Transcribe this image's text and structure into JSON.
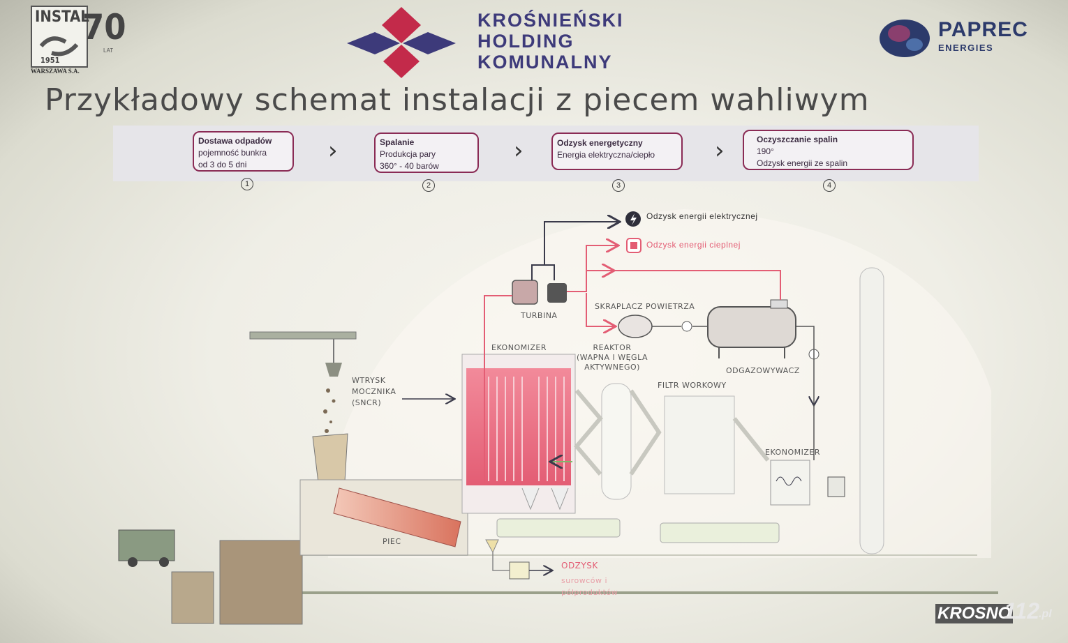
{
  "header": {
    "instal_logo": {
      "word": "INSTAL",
      "anniversary": "70",
      "lat": "LAT",
      "year": "1951",
      "company": "WARSZAWA S.A."
    },
    "khk_logo": {
      "lines": [
        "KROŚNIEŃSKI",
        "HOLDING",
        "KOMUNALNY"
      ]
    },
    "paprec_logo": {
      "name": "PAPREC",
      "sub": "ENERGIES"
    }
  },
  "title": "Przykładowy schemat instalacji z piecem wahliwym",
  "steps": [
    {
      "number": "1",
      "lines": [
        "Dostawa odpadów",
        "pojemność bunkra",
        "od 3 do 5 dni"
      ]
    },
    {
      "number": "2",
      "lines": [
        "Spalanie",
        "Produkcja pary",
        "360° - 40 barów"
      ]
    },
    {
      "number": "3",
      "lines": [
        "Odzysk energetyczny",
        "Energia elektryczna/ciepło"
      ]
    },
    {
      "number": "4",
      "lines": [
        "Oczyszczanie spalin",
        "190°",
        "Odzysk energii ze spalin"
      ]
    }
  ],
  "diagram": {
    "electric_label": "Odzysk energii elektrycznej",
    "heat_label": "Odzysk energii cieplnej",
    "turbina": "TURBINA",
    "skraplacz": "SKRAPLACZ POWIETRZA",
    "ekonomizer_top": "EKONOMIZER",
    "reaktor": [
      "REAKTOR",
      "(WAPNA I WĘGLA",
      "AKTYWNEGO)"
    ],
    "odgazowywacz": "ODGAZOWYWACZ",
    "filtr": "FILTR WORKOWY",
    "wtrysk": [
      "WTRYSK",
      "MOCZNIKA",
      "(SNCR)"
    ],
    "ekonomizer_right": "EKONOMIZER",
    "piec": "PIEC",
    "odzysk": "ODZYSK",
    "odzysk_sub": [
      "surowców i",
      "półproduktów"
    ]
  },
  "watermark": {
    "a": "KROSNO",
    "b": "112",
    "c": ".pl"
  },
  "colors": {
    "accent": "#8a2b55",
    "hot": "#e35d74",
    "dark": "#3a3a4a",
    "khk": "#3d3a7a"
  }
}
